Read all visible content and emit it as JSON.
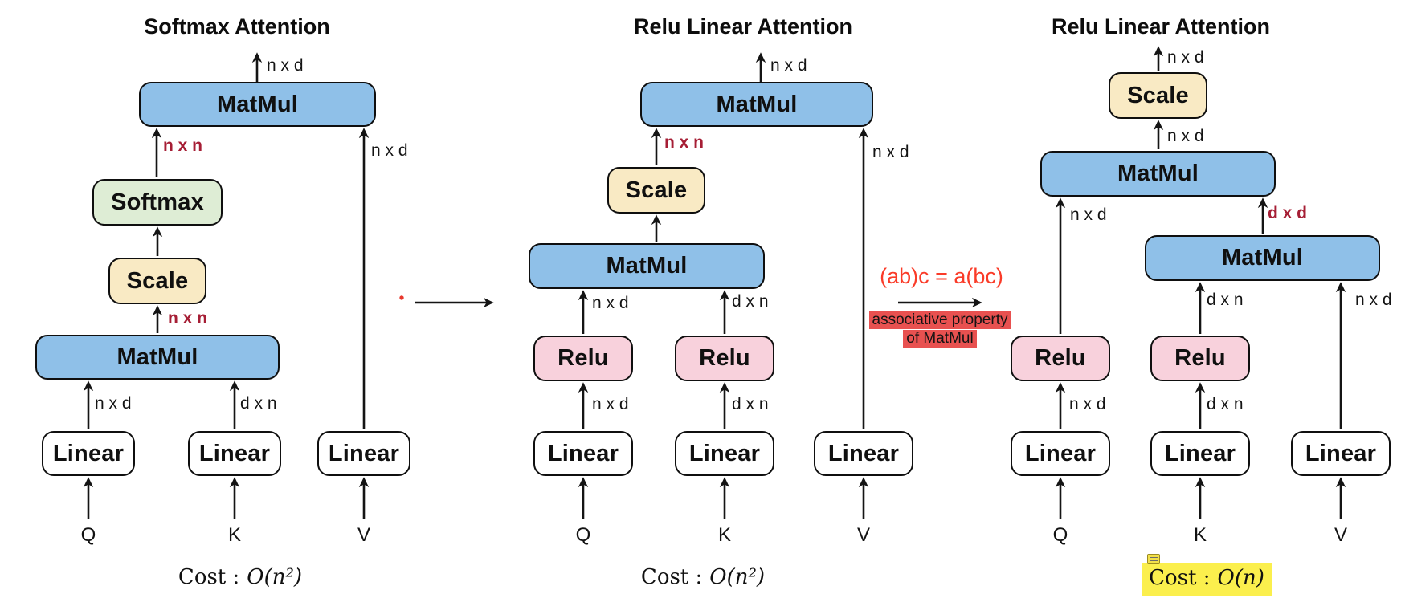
{
  "figure": "attention-architecture-comparison",
  "colors": {
    "matmul_blue": "#8FC0E8",
    "softmax_green": "#DEEDD5",
    "scale_cream": "#F9EAC4",
    "relu_pink": "#F8D1DC",
    "dim_dark_red": "#A61E35",
    "formula_red": "#FA3B28",
    "note_red_highlight": "#E85150",
    "cost_yellow_highlight": "#FBEF4D"
  },
  "diagrams": {
    "left": {
      "title": "Softmax Attention",
      "boxes": {
        "matmul_top": "MatMul",
        "softmax": "Softmax",
        "scale": "Scale",
        "matmul_qk": "MatMul",
        "linear_q": "Linear",
        "linear_k": "Linear",
        "linear_v": "Linear"
      },
      "dims": {
        "output": "n x d",
        "attn_weights": "n x n",
        "scores": "n x n",
        "q_proj": "n x d",
        "k_proj": "d x n",
        "v_proj": "n x d"
      },
      "inputs": {
        "q": "Q",
        "k": "K",
        "v": "V"
      },
      "cost": {
        "prefix": "Cost :",
        "math": "O(n²)"
      }
    },
    "middle": {
      "title": "Relu Linear Attention",
      "boxes": {
        "matmul_top": "MatMul",
        "scale": "Scale",
        "matmul_qk": "MatMul",
        "relu_q": "Relu",
        "relu_k": "Relu",
        "linear_q": "Linear",
        "linear_k": "Linear",
        "linear_v": "Linear"
      },
      "dims": {
        "output": "n x d",
        "attn_weights": "n x n",
        "q_relu_out": "n x d",
        "k_relu_out": "d x n",
        "q_proj": "n x d",
        "k_proj": "d x n",
        "v_proj": "n x d"
      },
      "inputs": {
        "q": "Q",
        "k": "K",
        "v": "V"
      },
      "cost": {
        "prefix": "Cost :",
        "math": "O(n²)"
      }
    },
    "right": {
      "title": "Relu Linear Attention",
      "boxes": {
        "scale": "Scale",
        "matmul_out": "MatMul",
        "matmul_kv": "MatMul",
        "relu_q": "Relu",
        "relu_k": "Relu",
        "linear_q": "Linear",
        "linear_k": "Linear",
        "linear_v": "Linear"
      },
      "dims": {
        "output": "n x d",
        "scale_in": "n x d",
        "q_branch": "n x d",
        "kv_branch": "d x d",
        "k_relu_out": "d x n",
        "v_proj": "n x d",
        "q_proj": "n x d",
        "k_proj": "d x n"
      },
      "inputs": {
        "q": "Q",
        "k": "K",
        "v": "V"
      },
      "cost": {
        "prefix": "Cost :",
        "math": "O(n)"
      }
    }
  },
  "annotations": {
    "formula": "(ab)c = a(bc)",
    "note_line1": "associative property",
    "note_line2": "of MatMul"
  }
}
